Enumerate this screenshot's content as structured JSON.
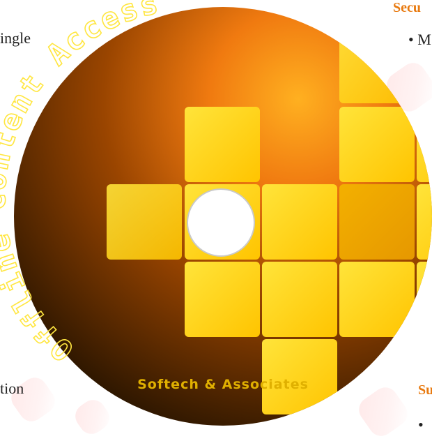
{
  "background_text": {
    "left_top": "ingle",
    "left_bottom": "tion",
    "right_heading_top": "Secu",
    "right_bullet_top": "• M",
    "right_heading_bottom": "Su",
    "right_bullet_bottom": "•"
  },
  "disc": {
    "title": "Offline Content Access",
    "footer": "Softech & Associates"
  },
  "colors": {
    "heading": "#e87a10",
    "disc_dark": "#2a1500",
    "disc_orange": "#ff8a10",
    "tile_yellow": "#ffe000",
    "title_outline": "#ffe640",
    "footer_gold": "#e0b000"
  }
}
